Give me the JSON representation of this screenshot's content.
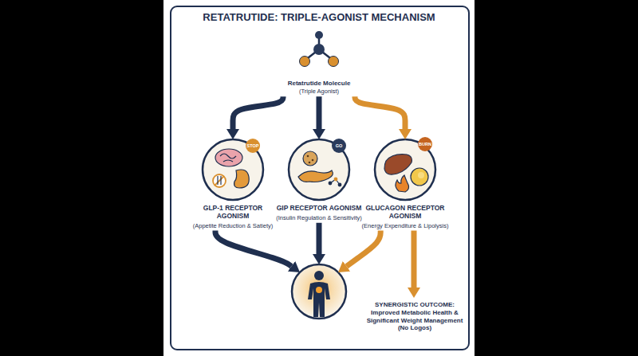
{
  "diagram": {
    "title": "RETATRUTIDE: TRIPLE-AGONIST MECHANISM",
    "nodes": [
      {
        "text": [
          "Retatrutide Molecule",
          "(Triple Agonist)"
        ]
      },
      {
        "text": [
          "GLP-1 RECEPTOR AGONISM",
          "(Appetite Reduction & Satiety)"
        ]
      },
      {
        "text": [
          "GIP RECEPTOR AGONISM",
          "(Insulin Regulation & Sensitivity)"
        ]
      },
      {
        "text": [
          "GLUCAGON RECEPTOR AGONISM",
          "(Energy Expenditure & Lipolysis)"
        ]
      },
      {
        "text": [
          "SYNERGISTIC OUTCOME:",
          "Improved Metabolic Health & Significant Weight Management (No Logos)"
        ]
      }
    ],
    "edges": [
      {
        "from": 0,
        "to": 1,
        "arrow": "to"
      },
      {
        "from": 0,
        "to": 2,
        "arrow": "to"
      },
      {
        "from": 0,
        "to": 3,
        "arrow": "to"
      },
      {
        "from": 1,
        "to": 4,
        "arrow": "to"
      },
      {
        "from": 2,
        "to": 4,
        "arrow": "to"
      },
      {
        "from": 3,
        "to": 4,
        "arrow": "to"
      },
      {
        "from": 3,
        "to": 4,
        "arrow": "to"
      }
    ],
    "labels": [
      "STOP",
      "GO",
      "BURN"
    ]
  }
}
